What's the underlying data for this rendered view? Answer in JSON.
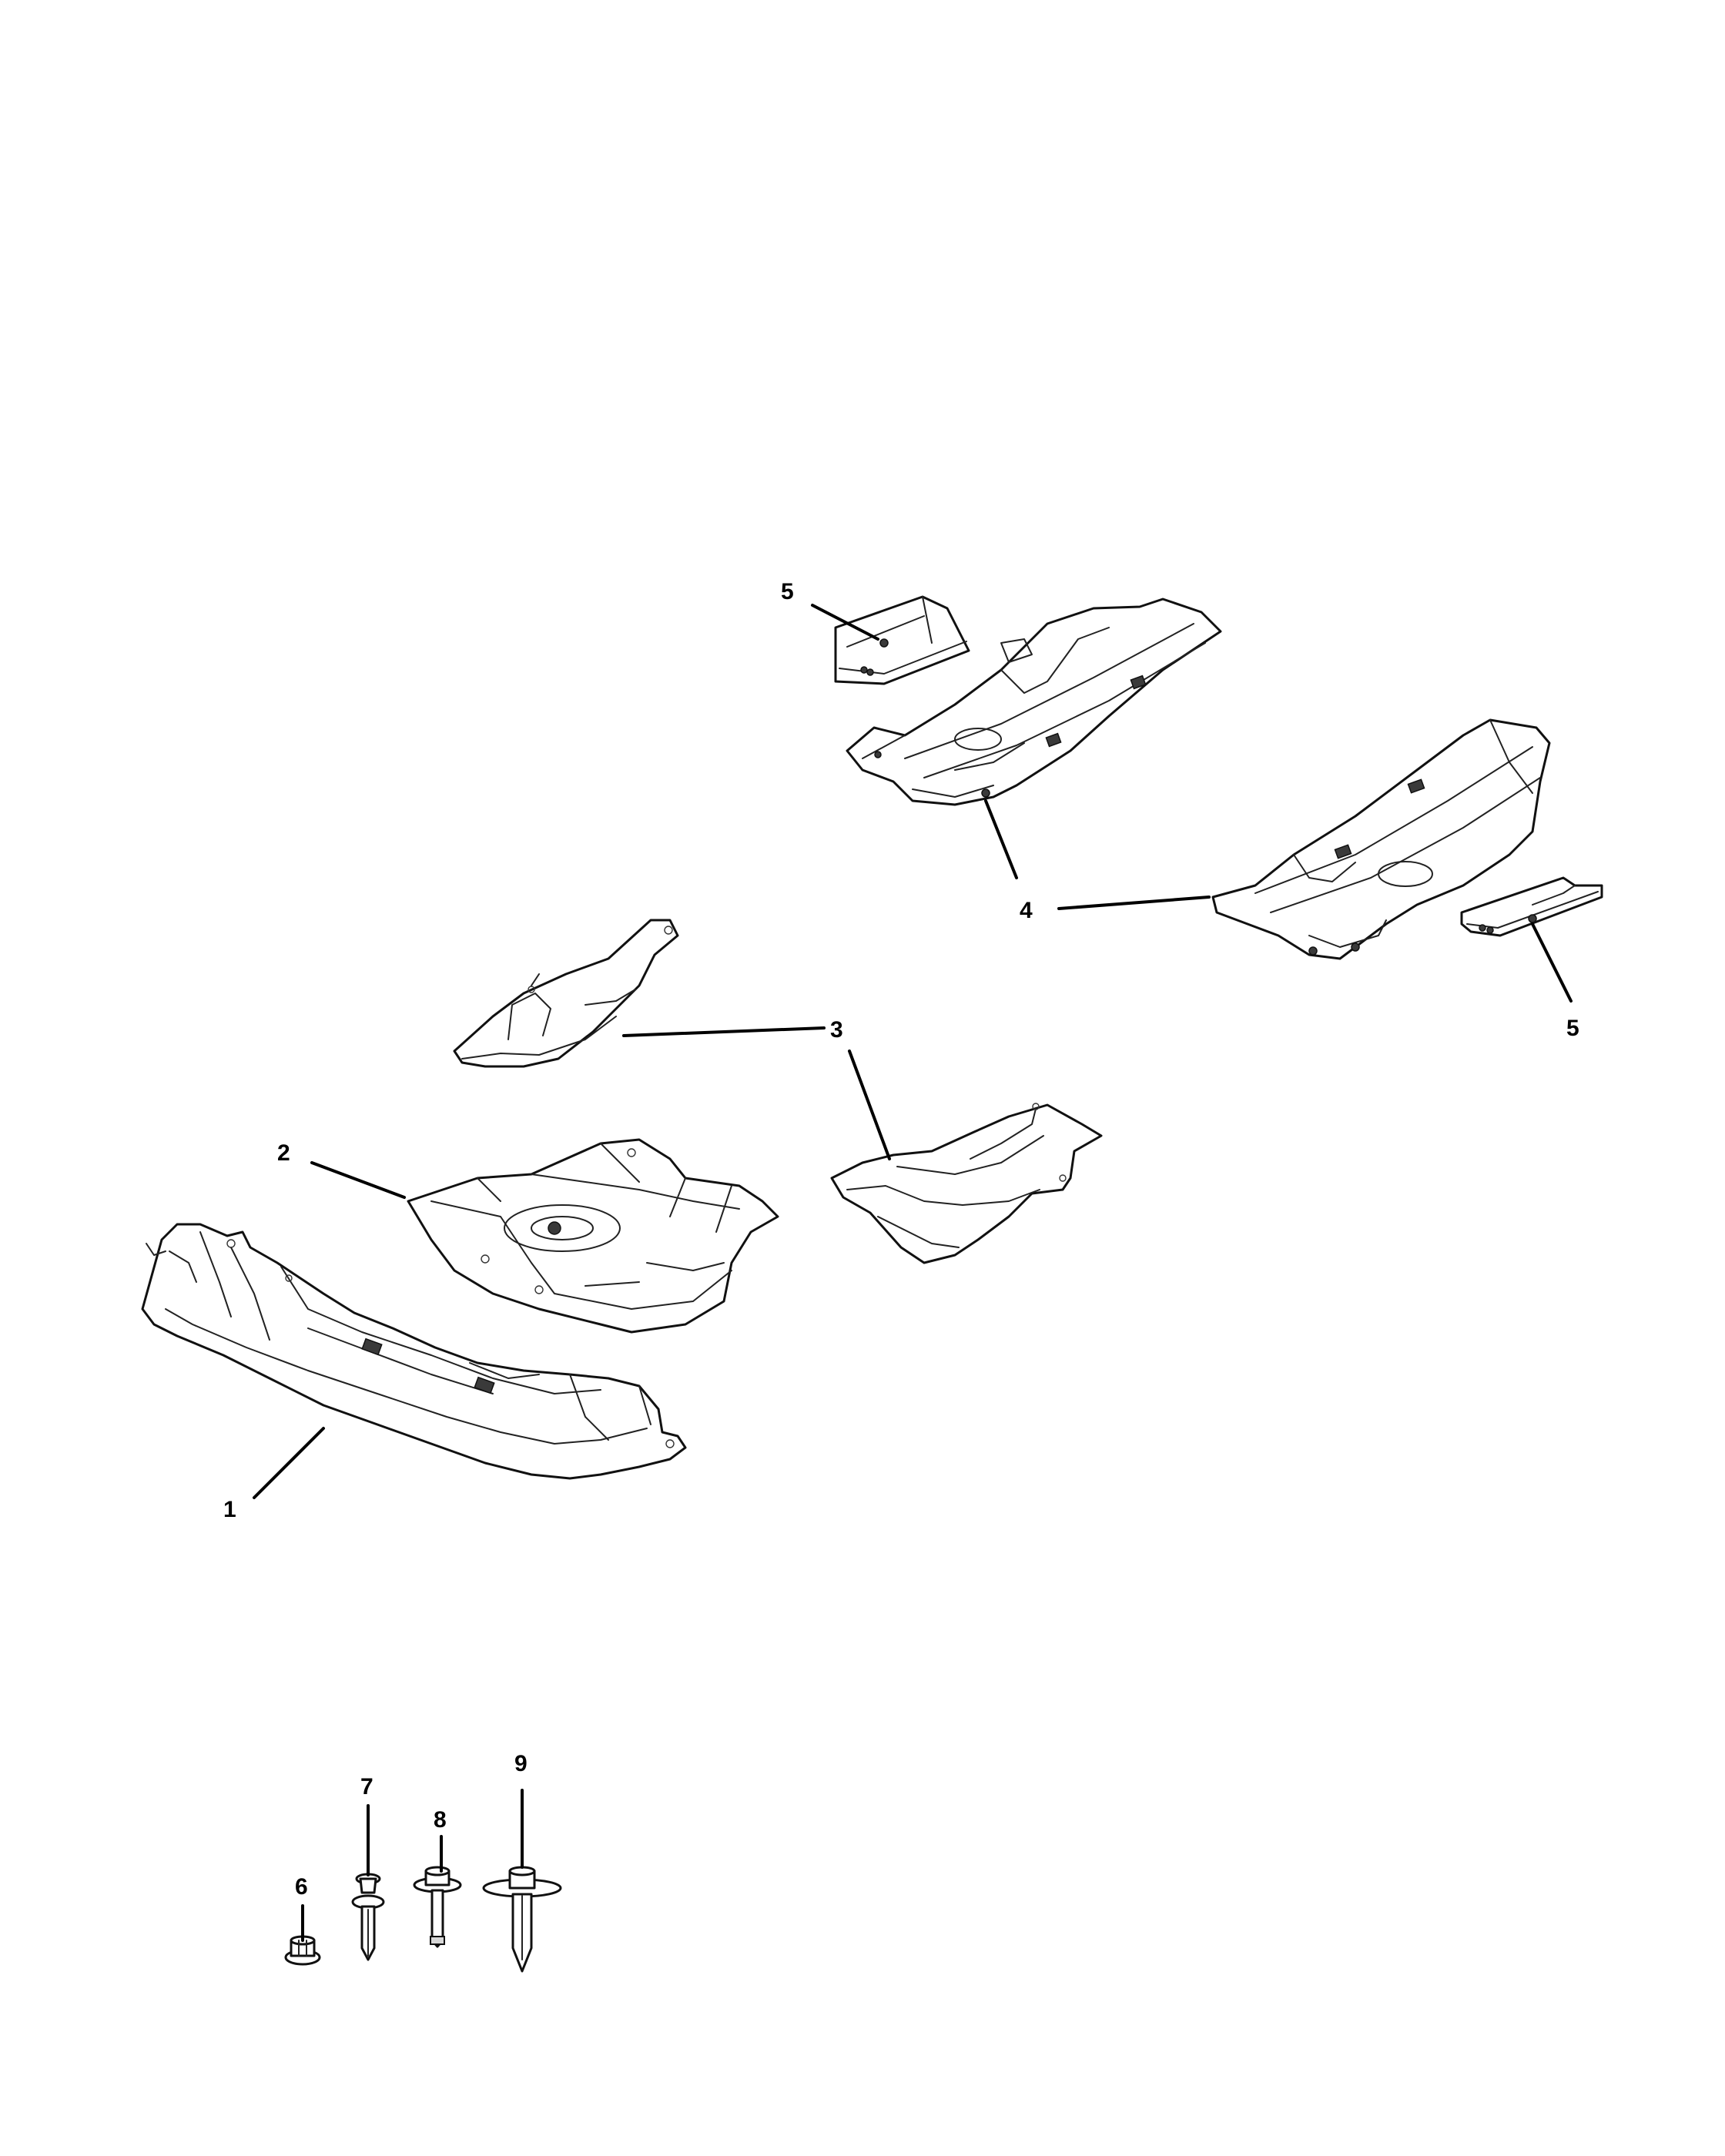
{
  "callouts": {
    "c1": "1",
    "c2": "2",
    "c3_left": "3",
    "c3_right": "3",
    "c4": "4",
    "c5_top": "5",
    "c5_right": "5",
    "c6": "6",
    "c7": "7",
    "c8": "8",
    "c9": "9"
  }
}
